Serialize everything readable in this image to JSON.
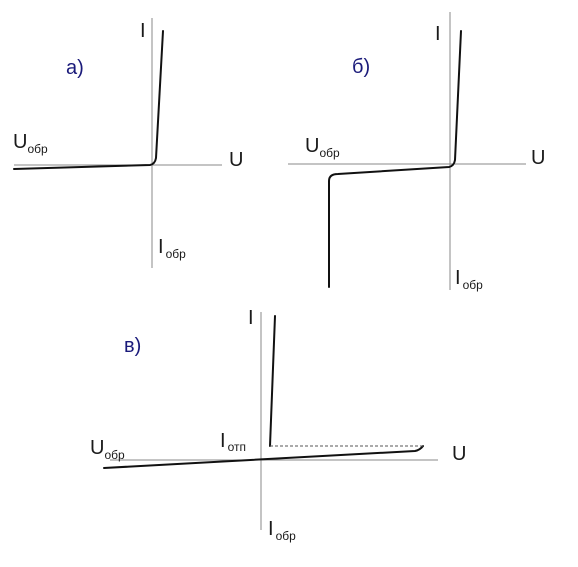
{
  "panels": {
    "a": {
      "label": "а)",
      "i_axis": "I",
      "u_axis": "U",
      "u_rev_main": "U",
      "u_rev_sub": "обр",
      "i_rev_main": "I",
      "i_rev_sub": "обр"
    },
    "b": {
      "label": "б)",
      "i_axis": "I",
      "u_axis": "U",
      "u_rev_main": "U",
      "u_rev_sub": "обр",
      "i_rev_main": "I",
      "i_rev_sub": "обр"
    },
    "v": {
      "label": "в)",
      "i_axis": "I",
      "u_axis": "U",
      "u_rev_main": "U",
      "u_rev_sub": "обр",
      "i_rev_main": "I",
      "i_rev_sub": "обр",
      "i_hold_main": "I",
      "i_hold_sub": "отп"
    }
  },
  "colors": {
    "curve": "#111111",
    "axis": "#8a8a8a",
    "panel_label": "#1a1a7a"
  }
}
